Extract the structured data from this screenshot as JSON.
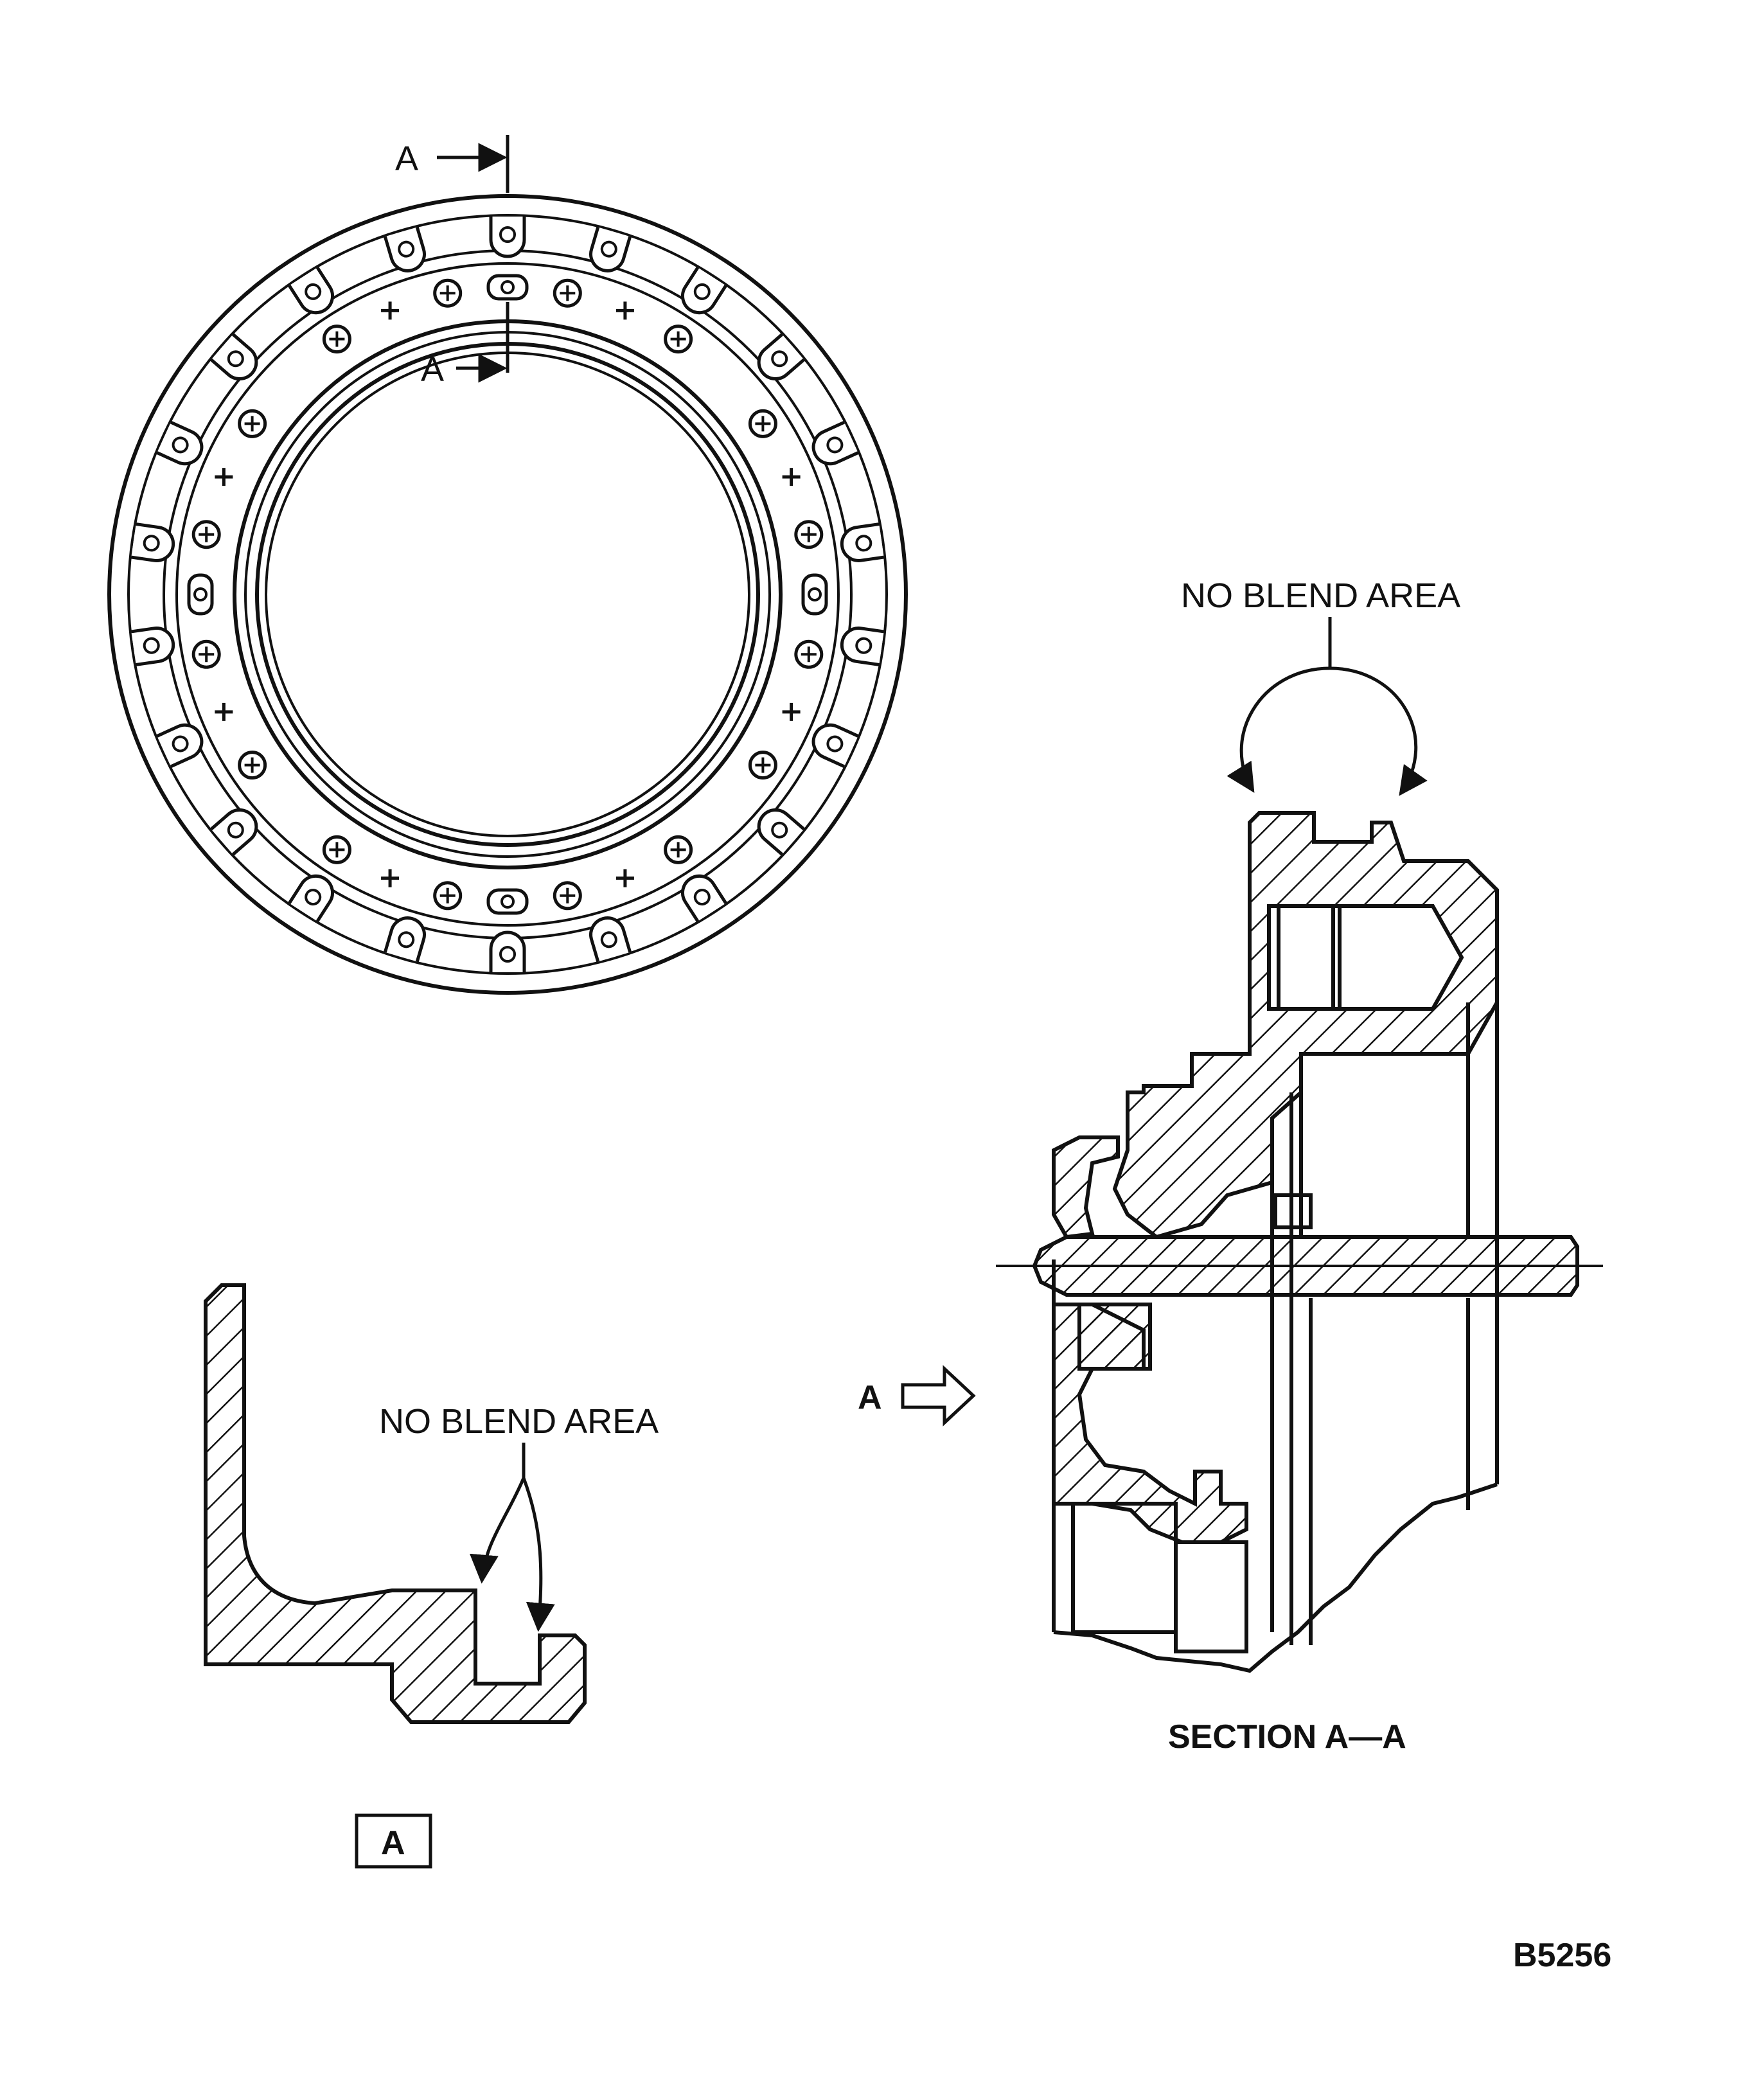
{
  "figure_id": "B5256",
  "top_view": {
    "section_marker_outer": "A",
    "section_marker_inner": "A"
  },
  "section_view": {
    "callout": "NO BLEND AREA",
    "caption": "SECTION A—A",
    "view_arrow_label": "A"
  },
  "detail_view": {
    "callout": "NO BLEND AREA",
    "tag": "A"
  },
  "colors": {
    "ink": "#111111",
    "paper": "#ffffff"
  },
  "icons": {
    "view_arrow": "hollow-arrow-right-icon",
    "section_arrow": "arrow-right-icon"
  }
}
